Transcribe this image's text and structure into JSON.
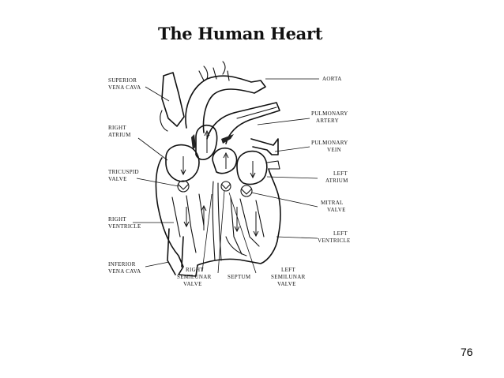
{
  "title": "The Human Heart",
  "page_number": "76",
  "labels": {
    "superior_vena_cava": [
      "SUPERIOR",
      "VENA CAVA"
    ],
    "aorta": [
      "AORTA"
    ],
    "pulmonary_artery": [
      "PULMONARY",
      "ARTERY"
    ],
    "right_atrium": [
      "RIGHT",
      "ATRIUM"
    ],
    "pulmonary_vein": [
      "PULMONARY",
      "VEIN"
    ],
    "tricuspid_valve": [
      "TRICUSPID",
      "VALVE"
    ],
    "left_atrium": [
      "LEFT",
      "ATRIUM"
    ],
    "mitral_valve": [
      "MITRAL",
      "VALVE"
    ],
    "right_ventricle": [
      "RIGHT",
      "VENTRICLE"
    ],
    "left_ventricle": [
      "LEFT",
      "VENTRICLE"
    ],
    "inferior_vena_cava": [
      "INFERIOR",
      "VENA CAVA"
    ],
    "right_semilunar_valve": [
      "RIGHT",
      "SEMILUNAR",
      "VALVE"
    ],
    "septum": [
      "SEPTUM"
    ],
    "left_semilunar_valve": [
      "LEFT",
      "SEMILUNAR",
      "VALVE"
    ]
  }
}
